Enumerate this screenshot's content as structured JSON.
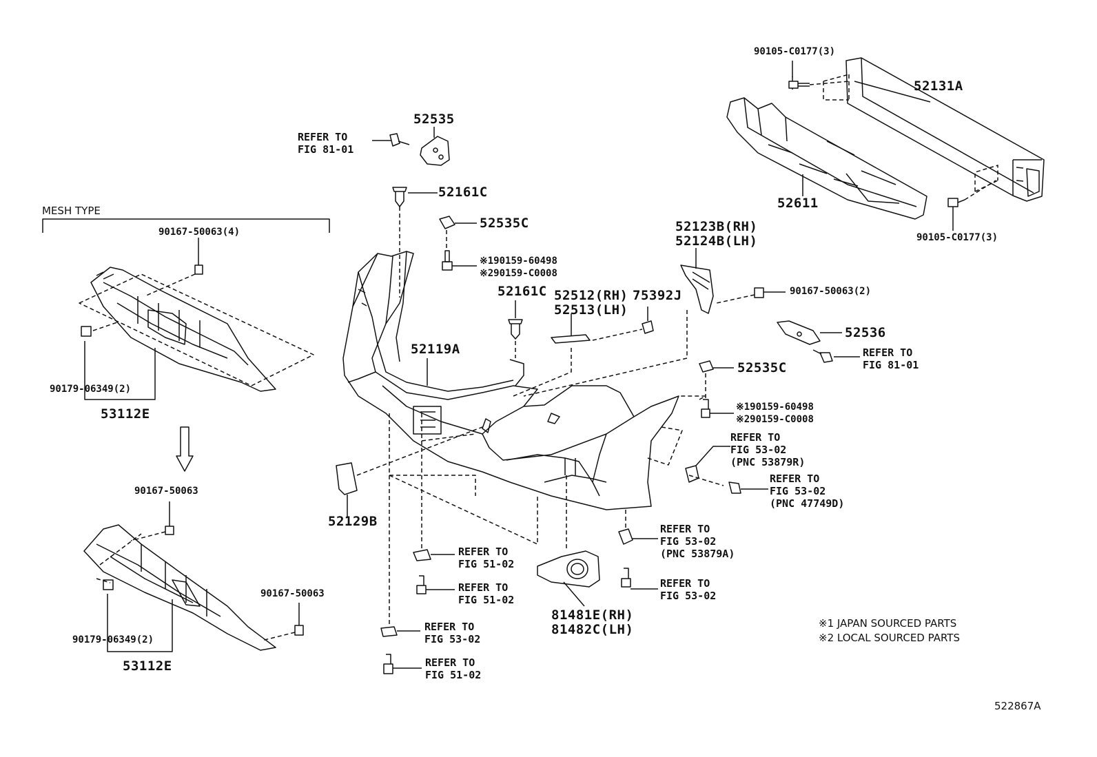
{
  "diagram": {
    "mesh_type_label": "MESH TYPE",
    "footnote_1": "※1 JAPAN SOURCED PARTS",
    "footnote_2": "※2 LOCAL SOURCED PARTS",
    "figure_id": "522867A"
  },
  "parts": {
    "p90105_top": "90105-C0177(3)",
    "p52131A": "52131A",
    "p52611": "52611",
    "p90105_bottom": "90105-C0177(3)",
    "p52535": "52535",
    "p52161C_top": "52161C",
    "p52535C_top": "52535C",
    "p90159_60498_top": "※190159-60498",
    "p90159_C0008_top": "※290159-C0008",
    "p52123B": "52123B(RH)",
    "p52124B": "52124B(LH)",
    "p52161C_mid": "52161C",
    "p52512": "52512(RH)",
    "p52513": "52513(LH)",
    "p75392J": "75392J",
    "p90167_50063_2": "90167-50063(2)",
    "p52536": "52536",
    "p52119A": "52119A",
    "p52535C_right": "52535C",
    "p90159_60498_right": "※190159-60498",
    "p90159_C0008_right": "※290159-C0008",
    "p90167_50063_4": "90167-50063(4)",
    "p90179_top": "90179-06349(2)",
    "p53112E_top": "53112E",
    "p90167_50063_a": "90167-50063",
    "p90167_50063_b": "90167-50063",
    "p90179_bottom": "90179-06349(2)",
    "p53112E_bottom": "53112E",
    "p52129B": "52129B",
    "p81481E": "81481E(RH)",
    "p81482C": "81482C(LH)"
  },
  "references": {
    "r_81_01_top": {
      "line1": "REFER TO",
      "line2": "FIG 81-01"
    },
    "r_81_01_right": {
      "line1": "REFER TO",
      "line2": "FIG 81-01"
    },
    "r_53_02_a": {
      "line1": "REFER TO",
      "line2": "FIG 53-02",
      "line3": "(PNC 53879R)"
    },
    "r_53_02_b": {
      "line1": "REFER TO",
      "line2": "FIG 53-02",
      "line3": "(PNC 47749D)"
    },
    "r_53_02_c": {
      "line1": "REFER TO",
      "line2": "FIG 53-02",
      "line3": "(PNC 53879A)"
    },
    "r_53_02_d": {
      "line1": "REFER TO",
      "line2": "FIG 53-02"
    },
    "r_51_02_a": {
      "line1": "REFER TO",
      "line2": "FIG 51-02"
    },
    "r_51_02_b": {
      "line1": "REFER TO",
      "line2": "FIG 51-02"
    },
    "r_53_02_e": {
      "line1": "REFER TO",
      "line2": "FIG 53-02"
    },
    "r_51_02_c": {
      "line1": "REFER TO",
      "line2": "FIG 51-02"
    }
  },
  "colors": {
    "ink": "#111111",
    "background": "#ffffff"
  }
}
